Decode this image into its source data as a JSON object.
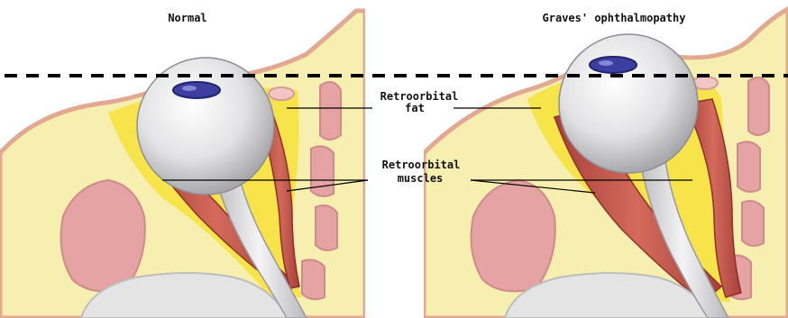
{
  "titles": {
    "left": "Normal",
    "right": "Graves' ophthalmopathy"
  },
  "labels": {
    "fat_line1": "Retroorbital",
    "fat_line2": "fat",
    "muscles_line1": "Retroorbital",
    "muscles_line2": "muscles"
  },
  "colors": {
    "background": "#ffffff",
    "bone": "#f6efb0",
    "fat": "#f6e44a",
    "muscle": "#c9564b",
    "muscle_dark": "#9e3a32",
    "skin": "#e8b7a6",
    "sinus": "#e6a3a3",
    "eyeball": "#e8e8ea",
    "iris": "#3d3fa0",
    "brain": "#e4e4e4",
    "dashed_line": "#000000"
  }
}
